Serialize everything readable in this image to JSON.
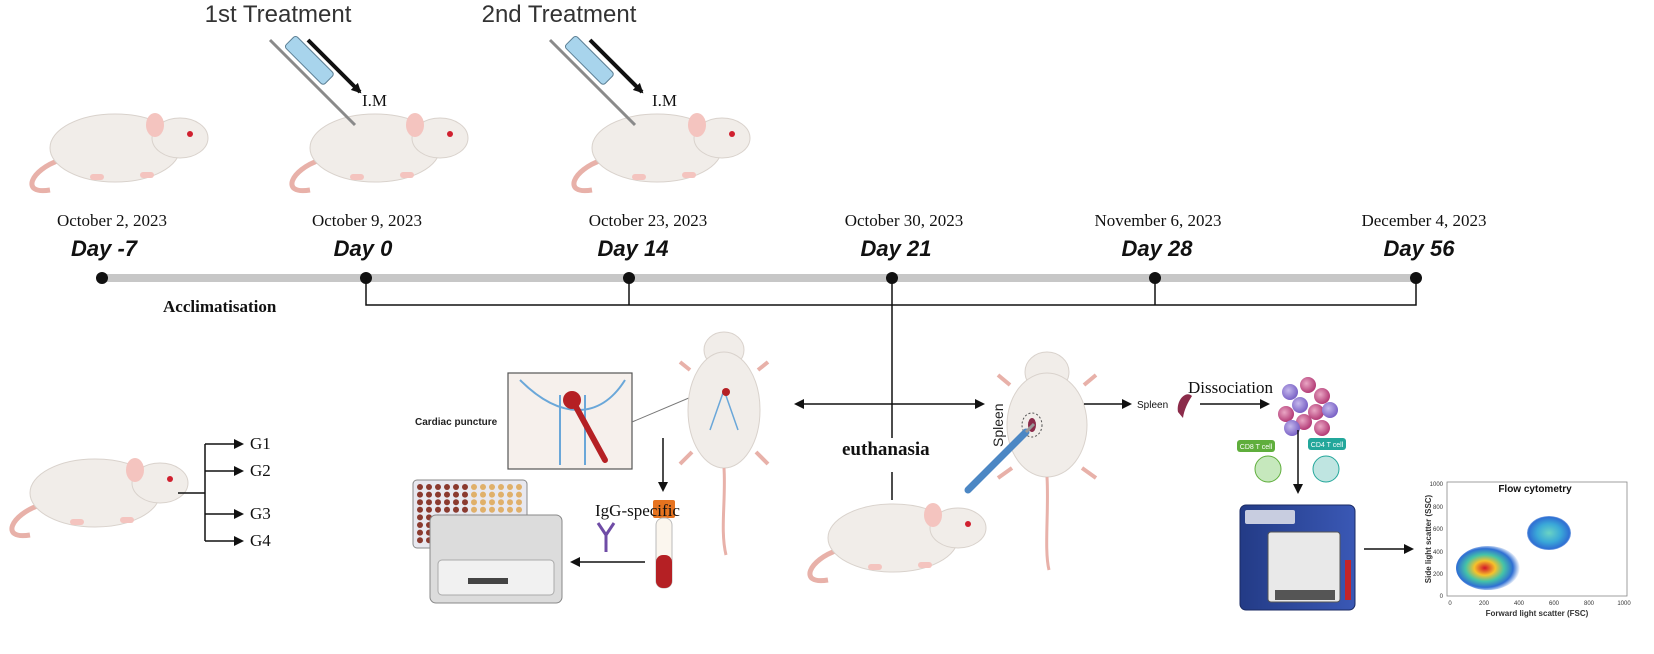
{
  "treatments": [
    {
      "title": "1st Treatment",
      "route": "I.M"
    },
    {
      "title": "2nd Treatment",
      "route": "I.M"
    }
  ],
  "timeline": [
    {
      "date": "October 2, 2023",
      "day": "Day -7"
    },
    {
      "date": "October 9, 2023",
      "day": "Day 0"
    },
    {
      "date": "October 23, 2023",
      "day": "Day 14"
    },
    {
      "date": "October 30, 2023",
      "day": "Day 21"
    },
    {
      "date": "November 6, 2023",
      "day": "Day 28"
    },
    {
      "date": "December 4, 2023",
      "day": "Day 56"
    }
  ],
  "acclimatisation": "Acclimatisation",
  "groups": [
    "G1",
    "G2",
    "G3",
    "G4"
  ],
  "euthanasia": "euthanasia",
  "blood": {
    "cardiac_puncture": "Cardiac puncture",
    "igg": "IgG-specific"
  },
  "spleen_branch": {
    "spleen_on_mouse": "Spleen",
    "spleen": "Spleen",
    "dissociation": "Dissociation",
    "cd8": "CD8 T cell",
    "cd4": "CD4 T cell"
  },
  "flow": {
    "title": "Flow cytometry",
    "xlabel": "Forward light scatter (FSC)",
    "ylabel": "Side light scatter (SSC)",
    "xticks": [
      "0",
      "200",
      "400",
      "600",
      "800",
      "1000"
    ],
    "yticks": [
      "0",
      "200",
      "400",
      "600",
      "800",
      "1000"
    ]
  },
  "colors": {
    "timeline": "#c7c7c7",
    "mouse_body": "#f1ede9",
    "mouse_tail": "#e8b1a9",
    "mouse_ear": "#f4c4bf",
    "eye": "#d0202f",
    "syringe_fluid": "#a8d4ec",
    "blood": "#b52024",
    "cd8_tag": "#5fae3c",
    "cd4_tag": "#23a79b",
    "cytometer": "#2f4a9c"
  }
}
